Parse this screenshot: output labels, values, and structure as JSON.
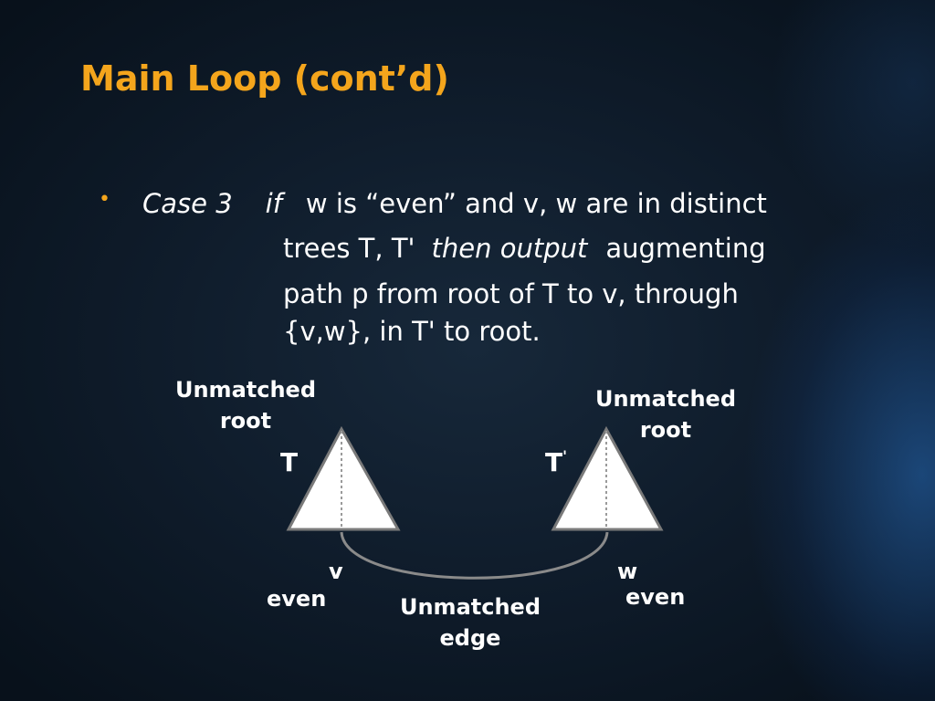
{
  "title": "Main Loop (cont’d)",
  "bullet": "•",
  "case_text": {
    "case_label": "Case 3",
    "if_word": "if",
    "line1_rest": "w is “even” and v, w are in distinct",
    "line2_a": "trees T, T'",
    "line2_then": "then output",
    "line2_b": "augmenting",
    "line3": "path p from root of T to v, through",
    "line4": "{v,w}, in T' to root."
  },
  "diagram": {
    "left_root_line1": "Unmatched",
    "left_root_line2": "root",
    "right_root_line1": "Unmatched",
    "right_root_line2": "root",
    "tree_left": "T",
    "tree_right": "T",
    "tree_right_prime": "'",
    "node_v": "v",
    "node_w": "w",
    "even_left": "even",
    "even_right": "even",
    "edge_line1": "Unmatched",
    "edge_line2": "edge"
  },
  "colors": {
    "title": "#f4a51c",
    "tree_fill": "#ffffff",
    "tree_stroke": "#7a7a7a",
    "edge": "#8a8a8a"
  }
}
